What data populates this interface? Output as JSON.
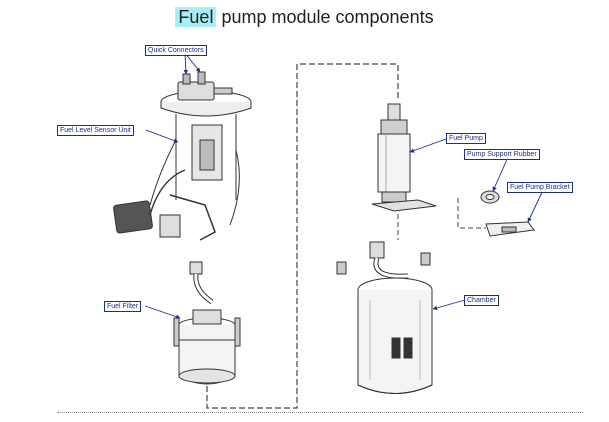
{
  "title": {
    "highlight": "Fuel",
    "rest": "pump module components"
  },
  "labels": {
    "quick_connectors": "Quick Connectors",
    "fuel_level_sensor_unit": "Fuel Level Sensor Unit",
    "fuel_filter": "Fuel Filter",
    "fuel_pump": "Fuel Pump",
    "pump_support_rubber": "Pump Support Rubber",
    "fuel_pump_bracket": "Fuel Pump Bracket",
    "chamber": "Chamber"
  },
  "colors": {
    "label_blue": "#1c2f86",
    "title_highlight": "#a6eef8",
    "line": "#333333"
  }
}
